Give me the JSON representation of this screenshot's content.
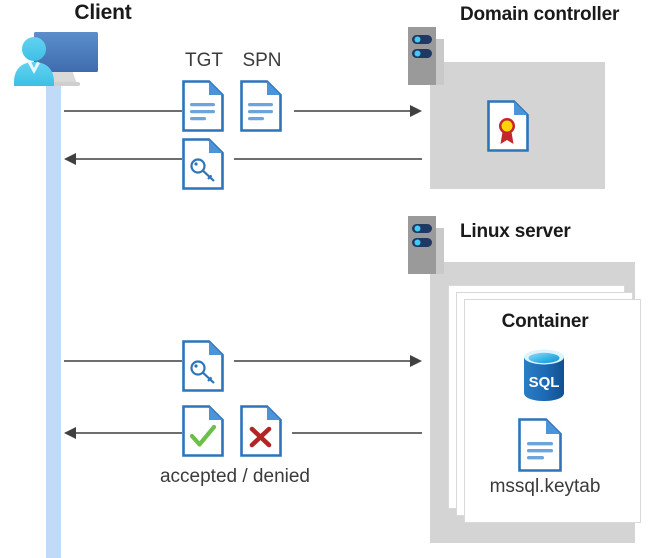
{
  "diagram": {
    "type": "sequence-architecture",
    "description": "Kerberos authentication flow between a client, a domain controller and a SQL Server container on a Linux server"
  },
  "actors": {
    "client": {
      "title": "Client",
      "icon": "client-workstation-icon"
    },
    "domain_controller": {
      "title": "Domain controller",
      "icon": "server-rack-icon"
    },
    "linux_server": {
      "title": "Linux server",
      "icon": "server-rack-icon"
    }
  },
  "domain_controller_contents": [
    {
      "name": "certificate-document-icon",
      "label": ""
    }
  ],
  "container": {
    "title": "Container",
    "stack_count": 3,
    "items": [
      {
        "icon": "sql-database-icon",
        "label": "SQL"
      },
      {
        "icon": "keytab-document-icon",
        "label": "mssql.keytab"
      }
    ]
  },
  "messages": [
    {
      "id": "msg-1",
      "direction": "right",
      "from": "client",
      "to": "domain_controller",
      "labels": [
        "TGT",
        "SPN"
      ],
      "icons": [
        "document-icon",
        "document-icon"
      ]
    },
    {
      "id": "msg-2",
      "direction": "left",
      "from": "domain_controller",
      "to": "client",
      "labels": [],
      "icons": [
        "key-document-icon"
      ]
    },
    {
      "id": "msg-3",
      "direction": "right",
      "from": "client",
      "to": "linux_server",
      "labels": [],
      "icons": [
        "key-document-icon"
      ]
    },
    {
      "id": "msg-4",
      "direction": "left",
      "from": "linux_server",
      "to": "client",
      "labels": [
        "accepted / denied"
      ],
      "icons": [
        "accepted-document-icon",
        "denied-document-icon"
      ]
    }
  ],
  "labels": {
    "tgt": "TGT",
    "spn": "SPN",
    "accepted_denied": "accepted / denied",
    "keytab": "mssql.keytab",
    "container": "Container",
    "client": "Client",
    "domain_controller": "Domain controller",
    "linux_server": "Linux server"
  },
  "colors": {
    "lifeline": "#c0daf8",
    "panel_gray": "#d4d4d4",
    "rack_gray": "#9a9a9a",
    "rack_navy": "#1f3864",
    "rack_dot": "#44c8f5",
    "doc_blue": "#2d74bb",
    "doc_fold": "#3f8fd6",
    "line_blue": "#6ba5dd",
    "arrow": "#595959",
    "text": "#1a1a1a",
    "label_text": "#3b3b3b",
    "accept_green": "#6cc04a",
    "deny_red": "#b32525",
    "seal_yellow": "#ffd400",
    "seal_red": "#c4262e",
    "sql_blue": "#1d69b4",
    "sql_top": "#32b0e7",
    "client_monitor": "#4f7ec1",
    "client_person": "#50c8ea"
  }
}
